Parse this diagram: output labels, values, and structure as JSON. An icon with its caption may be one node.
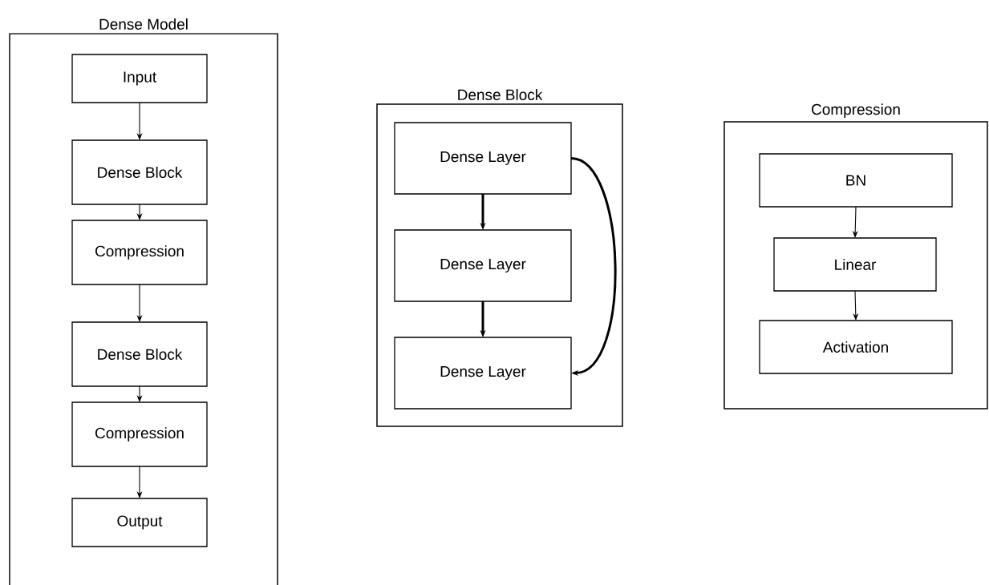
{
  "diagram": {
    "nodes": [
      {
        "text": [
          "Dense Model"
        ]
      },
      {
        "text": [
          "Input"
        ],
        "in": 0
      },
      {
        "text": [
          "Dense Block"
        ],
        "in": 0
      },
      {
        "text": [
          "Compression"
        ],
        "in": 0
      },
      {
        "text": [
          "Dense Block"
        ],
        "in": 0
      },
      {
        "text": [
          "Compression"
        ],
        "in": 0
      },
      {
        "text": [
          "Output"
        ],
        "in": 0
      },
      {
        "text": [
          "Dense Block"
        ]
      },
      {
        "text": [
          "Dense Layer"
        ],
        "in": 7
      },
      {
        "text": [
          "Dense Layer"
        ],
        "in": 7
      },
      {
        "text": [
          "Dense Layer"
        ],
        "in": 7
      },
      {
        "text": [
          "Compression"
        ]
      },
      {
        "text": [
          "BN"
        ],
        "in": 11
      },
      {
        "text": [
          "Linear"
        ],
        "in": 11
      },
      {
        "text": [
          "Activation"
        ],
        "in": 11
      }
    ],
    "edges": [
      {
        "from": 1,
        "to": 2,
        "arrow": "to"
      },
      {
        "from": 2,
        "to": 3,
        "arrow": "to"
      },
      {
        "from": 3,
        "to": 4,
        "arrow": "to"
      },
      {
        "from": 4,
        "to": 5,
        "arrow": "to"
      },
      {
        "from": 5,
        "to": 6,
        "arrow": "to"
      },
      {
        "from": 8,
        "to": 9,
        "arrow": "to",
        "style": "thick"
      },
      {
        "from": 9,
        "to": 10,
        "arrow": "to",
        "style": "thick"
      },
      {
        "from": 8,
        "to": 10,
        "arrow": "to",
        "style": "thick"
      },
      {
        "from": 12,
        "to": 13,
        "arrow": "to"
      },
      {
        "from": 13,
        "to": 14,
        "arrow": "to"
      }
    ]
  }
}
